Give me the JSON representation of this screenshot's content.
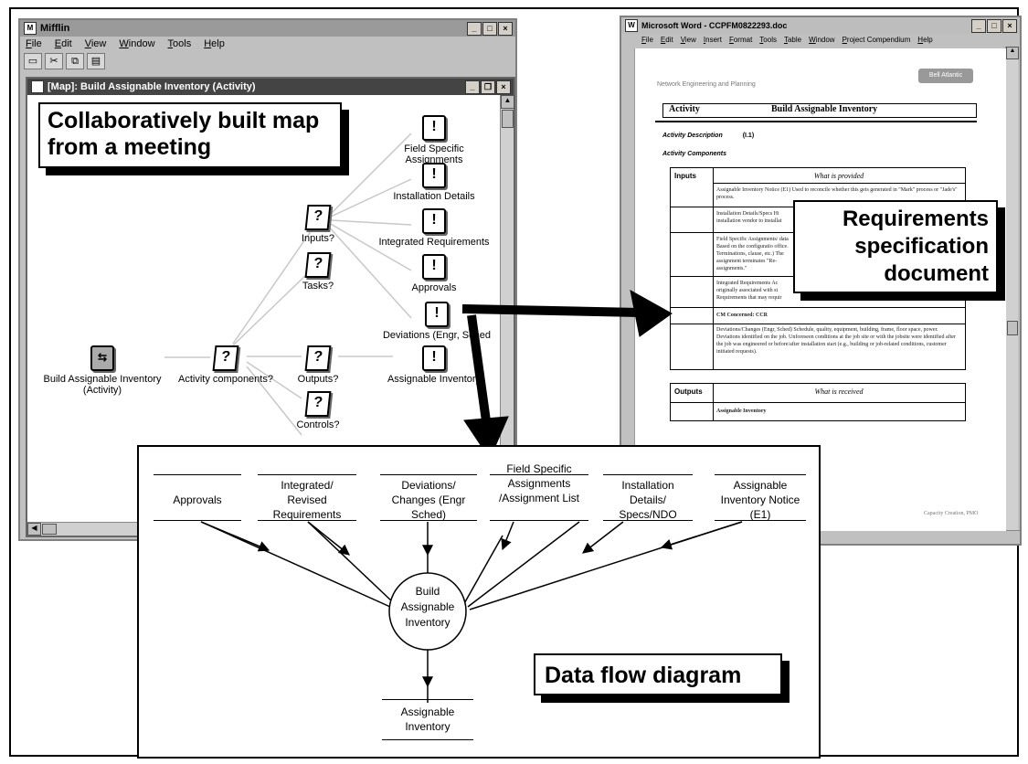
{
  "mifflin": {
    "title": "Mifflin",
    "menu": [
      "File",
      "Edit",
      "View",
      "Window",
      "Tools",
      "Help"
    ],
    "map_title": "[Map]: Build Assignable Inventory (Activity)",
    "nodes": {
      "field_specific": "Field Specific Assignments",
      "installation": "Installation Details",
      "integrated": "Integrated Requirements",
      "approvals": "Approvals",
      "deviations": "Deviations (Engr, Sched",
      "assignable_inv": "Assignable Inventory",
      "inputs": "Inputs?",
      "tasks": "Tasks?",
      "outputs": "Outputs?",
      "controls": "Controls?",
      "activity_components": "Activity components?",
      "build": "Build Assignable Inventory (Activity)"
    },
    "callout": "Collaboratively built map from a meeting"
  },
  "word": {
    "title": "Microsoft Word - CCPFM0822293.doc",
    "menu": [
      "File",
      "Edit",
      "View",
      "Insert",
      "Format",
      "Tools",
      "Table",
      "Window",
      "Project Compendium",
      "Help"
    ],
    "header_left": "Network Engineering and Planning",
    "logo": "Bell Atlantic",
    "activity_label": "Activity",
    "activity_value": "Build Assignable Inventory",
    "desc_label": "Activity Description",
    "desc_value": "(I.1)",
    "components_label": "Activity Components",
    "inputs_label": "Inputs",
    "what_provided": "What is provided",
    "row1": "Assignable Inventory Notice (E1) Used to reconcile whether this gets generated in \"Mark\" process or \"Jade's\" process.",
    "row2": "Installation Details/Specs Hi installation vendor to installat",
    "row3": "Field Specific Assignments/ data Based on the configuratio office. Terminations, clause, etc.) The assignment terminates \"Re-assignments.\"",
    "row4": "Integrated Requirements Ac originally associated with st Requirements that may requir",
    "row5": "CM Concerned: CCR",
    "row6": "Deviations/Changes (Engr, Sched) Schedule, quality, equipment, building, frame, floor space, power. Deviations identified on the job. Unforeseen conditions at the job site or with the jobsite were identified after the job was engineered or before/after installation start (e.g., building or job-related conditions, customer initiated requests).",
    "outputs_label": "Outputs",
    "what_received": "What is received",
    "out_row": "Assignable Inventory",
    "footer": "Capacity Creation, PMO",
    "callout": "Requirements specification document"
  },
  "dfd": {
    "inputs": [
      "Approvals",
      "Integrated/ Revised Requirements",
      "Deviations/ Changes (Engr Sched)",
      "Field Specific Assignments /Assignment List",
      "Installation Details/ Specs/NDO",
      "Assignable Inventory Notice (E1)"
    ],
    "process": "Build Assignable Inventory",
    "output": "Assignable Inventory",
    "callout": "Data flow diagram"
  }
}
